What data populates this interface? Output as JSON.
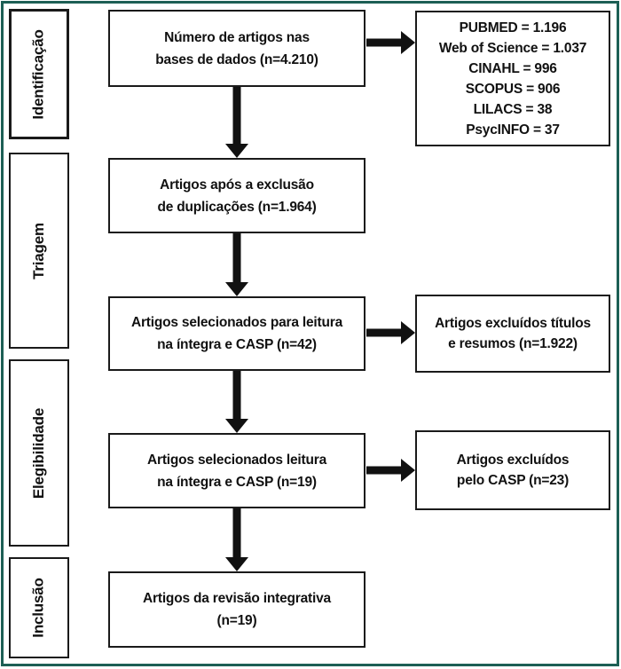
{
  "diagram": {
    "kind": "prisma-flow",
    "accent_border_color": "#1d5f55",
    "box_border_color": "#1a1a1a",
    "arrow_color": "#111111",
    "background_color": "#ffffff"
  },
  "stages": [
    {
      "label": "Identificação"
    },
    {
      "label": "Triagem"
    },
    {
      "label": "Elegibilidade"
    },
    {
      "label": "Inclusão"
    }
  ],
  "main_boxes": [
    {
      "lines": [
        "Número de artigos nas",
        "bases de dados (n=4.210)"
      ]
    },
    {
      "lines": [
        "Artigos após a exclusão",
        "de duplicações (n=1.964)"
      ]
    },
    {
      "lines": [
        "Artigos selecionados para leitura",
        "na íntegra e CASP (n=42)"
      ]
    },
    {
      "lines": [
        "Artigos selecionados leitura",
        "na íntegra e CASP (n=19)"
      ]
    },
    {
      "lines": [
        "Artigos da revisão integrativa",
        "(n=19)"
      ]
    }
  ],
  "side_boxes": [
    {
      "lines": [
        "PUBMED = 1.196",
        "Web of Science = 1.037",
        "CINAHL = 996",
        "SCOPUS = 906",
        "LILACS = 38",
        "PsycINFO = 37"
      ]
    },
    {
      "lines": [
        "Artigos excluídos títulos",
        "e resumos (n=1.922)"
      ]
    },
    {
      "lines": [
        "Artigos excluídos",
        "pelo CASP (n=23)"
      ]
    }
  ]
}
